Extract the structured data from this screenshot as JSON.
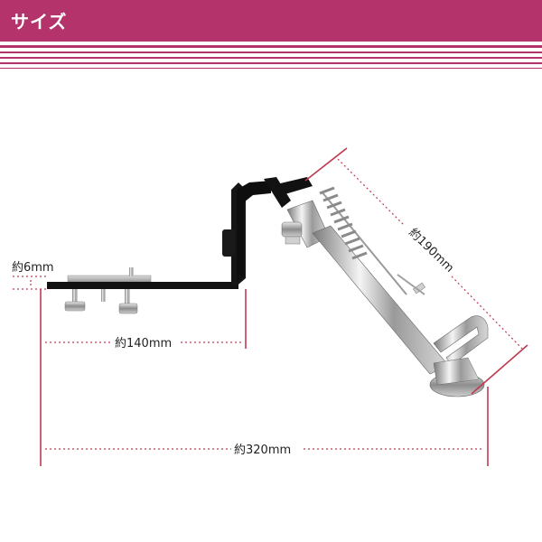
{
  "header": {
    "title": "サイズ"
  },
  "dimensions": {
    "thickness": "約6mm",
    "bracket_length": "約140mm",
    "total_length": "約320mm",
    "stand_length": "約190mm"
  },
  "colors": {
    "accent": "#b3336a",
    "dim_line": "#c03a50"
  }
}
